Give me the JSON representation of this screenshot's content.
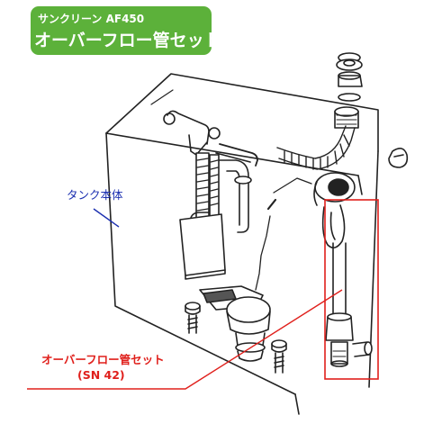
{
  "header": {
    "subtitle": "サンクリーン AF450",
    "title": "オーバーフロー管セット"
  },
  "labels": {
    "tank": "タンク本体",
    "part_name": "オーバーフロー管セット",
    "part_code": "(SN 42)"
  },
  "colors": {
    "banner": "#5cb13a",
    "highlight": "#e0201c",
    "tank_label": "#1b2fb0"
  }
}
